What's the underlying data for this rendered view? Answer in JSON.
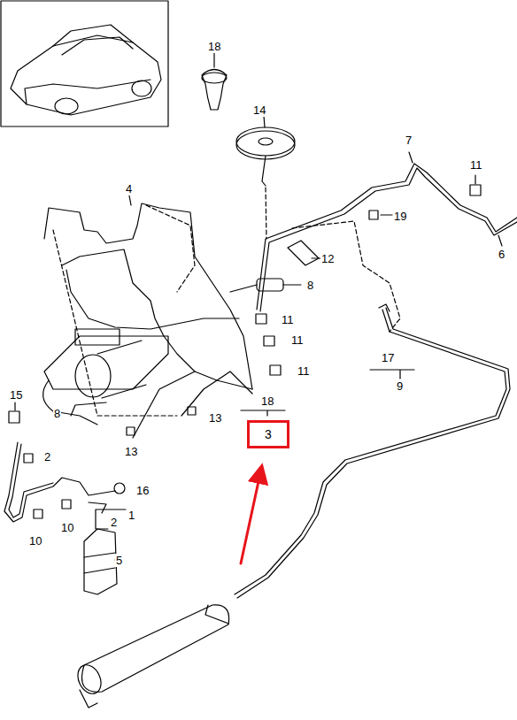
{
  "diagram": {
    "nodes": [
      {
        "text": [
          "3"
        ]
      }
    ],
    "labels": [
      "18",
      "14",
      "7",
      "11",
      "4",
      "19",
      "12",
      "6",
      "8",
      "11",
      "11",
      "11",
      "17",
      "9",
      "18",
      "15",
      "8",
      "13",
      "13",
      "2",
      "16",
      "1",
      "2",
      "10",
      "10",
      "5"
    ]
  }
}
